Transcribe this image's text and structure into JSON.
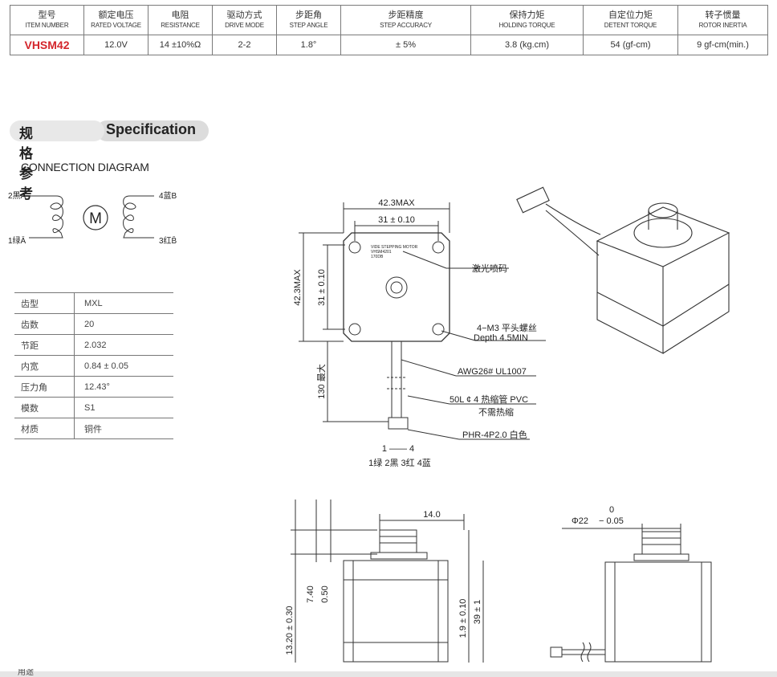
{
  "spec_table": {
    "headers": [
      {
        "zh": "型号",
        "en": "ITEM NUMBER"
      },
      {
        "zh": "额定电压",
        "en": "RATED VOLTAGE"
      },
      {
        "zh": "电阻",
        "en": "RESISTANCE"
      },
      {
        "zh": "驱动方式",
        "en": "DRIVE MODE"
      },
      {
        "zh": "步距角",
        "en": "STEP ANGLE"
      },
      {
        "zh": "步距精度",
        "en": "STEP ACCURACY"
      },
      {
        "zh": "保持力矩",
        "en": "HOLDING TORQUE"
      },
      {
        "zh": "自定位力矩",
        "en": "DETENT TORQUE"
      },
      {
        "zh": "转子惯量",
        "en": "ROTOR INERTIA"
      }
    ],
    "row": [
      "VHSM42",
      "12.0V",
      "14 ±10%Ω",
      "2-2",
      "1.8°",
      "± 5%",
      "3.8 (kg.cm)",
      "54 (gf-cm)",
      "9 gf-cm(min.)"
    ]
  },
  "section": {
    "title_zh": "规格参考",
    "title_en": "Specification"
  },
  "connection": {
    "title": "CONNECTION DIAGRAM",
    "motor_symbol": "M",
    "labels": {
      "a_plus": "2黑A",
      "a_minus": "1绿Ā",
      "b_plus": "4蓝B",
      "b_minus": "3红B̄"
    }
  },
  "pulley_table": [
    {
      "k": "齿型",
      "v": "MXL"
    },
    {
      "k": "齿数",
      "v": "20"
    },
    {
      "k": "节距",
      "v": "2.032"
    },
    {
      "k": "内宽",
      "v": "0.84 ± 0.05"
    },
    {
      "k": "压力角",
      "v": "12.43°"
    },
    {
      "k": "模数",
      "v": "S1"
    },
    {
      "k": "材质",
      "v": "铜件"
    }
  ],
  "front_view": {
    "dim_width_max": "42.3MAX",
    "dim_hole_h": "31 ± 0.10",
    "dim_height_max": "42.3MAX",
    "dim_hole_v": "31 ± 0.10",
    "label_text": [
      "VIDE STEPPING MOTOR",
      "VHSM4201",
      "170DB"
    ],
    "callout_laser": "激光喷码",
    "callout_screw_1": "4−M3 平头螺丝",
    "callout_screw_2": "Depth 4.5MIN",
    "callout_wire": "AWG26# UL1007",
    "callout_sleeve_1": "50L ¢ 4 热缩管 PVC",
    "callout_sleeve_2": "不需热缩",
    "callout_connector": "PHR-4P2.0 白色",
    "dim_lead": "130 最大",
    "pin_range": "1 —— 4",
    "pin_legend": "1绿 2黑 3红 4蓝"
  },
  "side_view": {
    "dim_top": "14.0",
    "dim_a": "7.40",
    "dim_b": "0.50",
    "dim_c": "13.20 ± 0.30",
    "dim_d": "1.9 ± 0.10",
    "dim_e": "39 ± 1"
  },
  "back_view": {
    "dim_tol_upper": "0",
    "dim_dia": "Φ22",
    "dim_tol_lower": "− 0.05"
  },
  "footer_label": "用途"
}
